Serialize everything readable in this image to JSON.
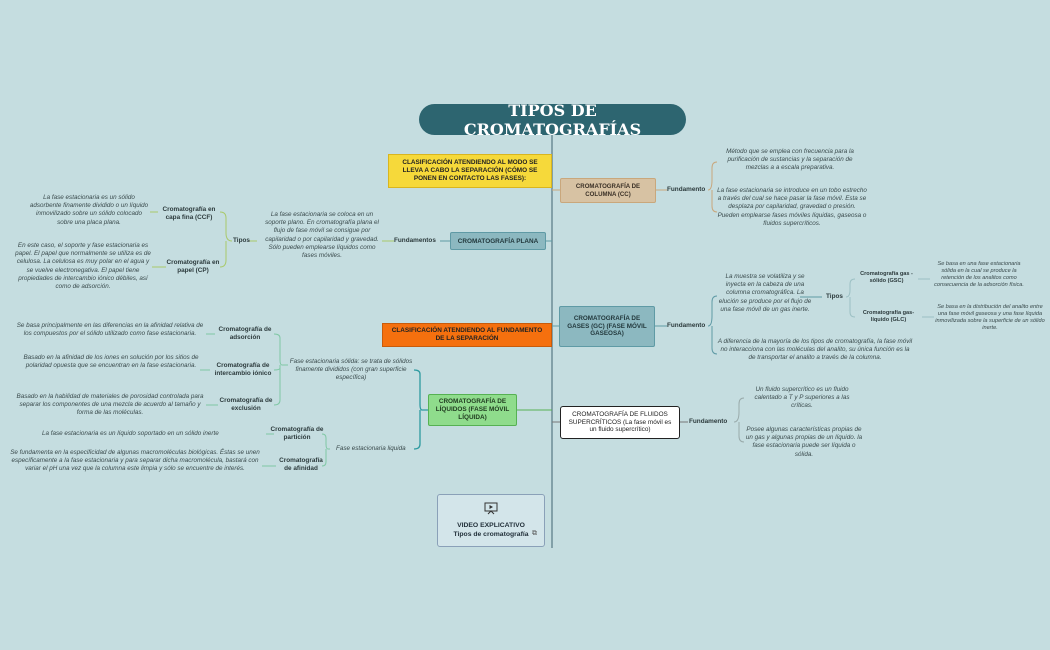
{
  "title": "TIPOS DE CROMATOGRAFÍAS",
  "classification_mode": "CLASIFICACIÓN ATENDIENDO AL MODO SE LLEVA A CABO LA SEPARACIÓN (CÓMO SE PONEN EN CONTACTO LAS FASES):",
  "classification_fundamento": "CLASIFICACIÓN ATENDIENDO AL FUNDAMENTO DE LA SEPARACIÓN",
  "column": {
    "label": "CROMATOGRAFÍA DE COLUMNA (CC)",
    "link": "Fundamento",
    "desc1": "Método que se emplea con frecuencia para la purificación de sustancias y la separación de mezclas a a escala preparativa.",
    "desc2": "La fase estacionaria se introduce en un tobo estrecho a través del cual se hace pasar la fase móvil. Esta se desplaza por capilaridad, gravedad o presión. Pueden emplearse fases móviles líquidas, gaseosa o fluidos supercríticos."
  },
  "plana": {
    "label": "CROMATOGRAFÍA PLANA",
    "link": "Fundamentos",
    "desc": "La fase estacionaria se coloca en un soporte plano. En cromatografía plana el flujo de fase móvil se consigue por capilaridad o por capilaridad y gravedad. Sólo pueden emplearse líquidos como fases móviles.",
    "tipos": "Tipos",
    "ccf_label": "Cromatografía en capa fina (CCF)",
    "ccf_desc": "La fase estacionaria es un sólido adsorbente finamente dividido o un líquido inmovilizado sobre un sólido colocado sobre una placa plana.",
    "cp_label": "Cromatografía en papel (CP)",
    "cp_desc": "En este caso, el soporte y fase estacionaria es papel. El papel que normalmente se utiliza es de celulosa. La celulosa es muy polar en el agua y se vuelve electronegativa. El papel tiene propiedades de intercambio iónico débiles, así como de adsorción."
  },
  "gases": {
    "label": "CROMATOGRAFÍA DE GASES (GC) (FASE MÓVIL GASEOSA)",
    "link": "Fundamento",
    "desc1": "La muestra se volatiliza y se inyecta en la cabeza de una columna cromatográfica. La elución se produce por el flujo de una fase móvil de un gas inerte.",
    "desc2": "A diferencia de la mayoría de los tipos de cromatografía, la fase móvil no interacciona con las moléculas del analito, su única función es la de transportar el analito a través de la columna.",
    "tipos": "Tipos",
    "gsc_label": "Cromatografía gas - sólido (GSC)",
    "gsc_desc": "Se basa en una fase estacionaria sólida en la cual se produce la retención de los analitos como consecuencia de la adsorción física.",
    "glc_label": "Cromatografía gas-líquido (GLC)",
    "glc_desc": "Se basa en la distribución del analito entre una fase móvil gaseosa y una fase líquida inmovilizada sobre la superficie de un sólido inerte."
  },
  "liquidos": {
    "label": "CROMATOGRAFÍA DE LÍQUIDOS (FASE MÓVIL LÍQUIDA)",
    "solid_phase": "Fase estacionaria sólida: se trata de sólidos finamente divididos (con gran superficie específica)",
    "liquid_phase": "Fase estacionaria liquida",
    "ads_label": "Cromatografía de adsorción",
    "ads_desc": "Se basa principalmente en las diferencias en la afinidad relativa de los compuestos por el sólido utilizado como fase estacionaria.",
    "ion_label": "Cromatografía de intercambio iónico",
    "ion_desc": "Basado en la afinidad de los iones en solución por los sitios de polaridad opuesta que se encuentran en la fase estacionaria.",
    "exc_label": "Cromatografía de exclusión",
    "exc_desc": "Basado en la habilidad de materiales de porosidad controlada para separar los componentes de una mezcla de acuerdo al tamaño y forma de las moléculas.",
    "part_label": "Cromatografía de partición",
    "part_desc": "La fase estacionaria es un líquido soportado en un sólido inerte",
    "af_label": "Cromatografía de afinidad",
    "af_desc": "Se fundamenta en la especificidad de algunas macromoléculas biológicas. Éstas se unen específicamente a la fase estacionaria y para separar dicha macromolécula, bastará con variar el pH una vez que la columna este limpia y sólo se encuentre de interés."
  },
  "fluidos": {
    "label": "CROMATOGRAFÍA DE FLUIDOS SUPERCRÍTICOS (La fase móvil es un fluido supercrítico)",
    "link": "Fundamento",
    "desc1": "Un fluido supercrítico es un fluido calentado a T y P superiores a las críticas.",
    "desc2": "Posee algunas características propias de un gas y algunas propias de un líquido. la fase estacionaria puede ser líquida o sólida."
  },
  "video": {
    "icon": "video-icon",
    "line1": "VIDEO EXPLICATIVO",
    "line2": "Tipos de cromatografía"
  }
}
